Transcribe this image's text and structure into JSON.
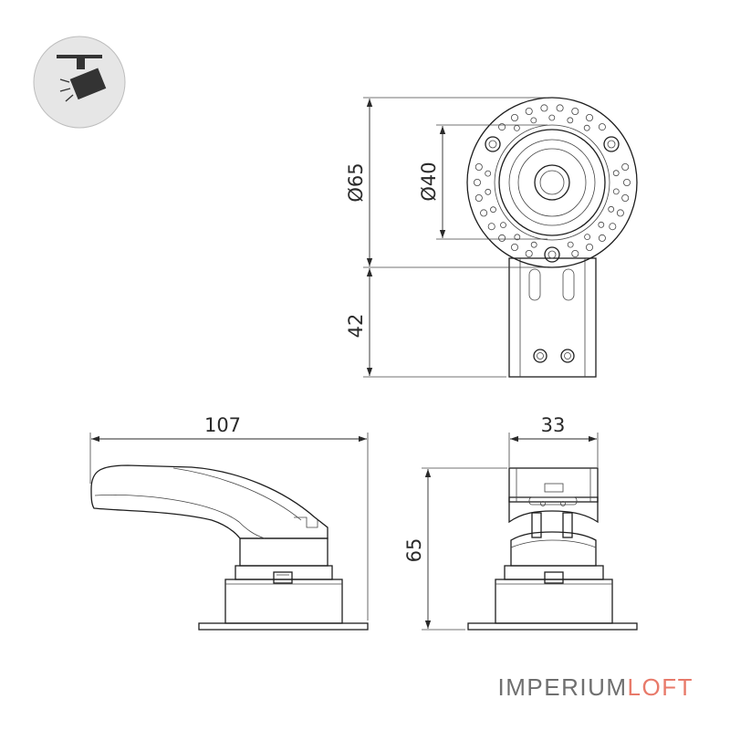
{
  "dimensions": {
    "front_outer_diameter": "Ø65",
    "front_inner_diameter": "Ø40",
    "front_bracket_length": "42",
    "side_length": "107",
    "end_width": "33",
    "end_height": "65"
  },
  "brand": {
    "part1": "IMPERIUM",
    "part2": "LOFT",
    "color1": "#6f6f6f",
    "color2": "#e87a6a"
  },
  "icon": {
    "name": "track-spotlight-icon",
    "bg": "#e6e6e6",
    "fg": "#333333"
  }
}
